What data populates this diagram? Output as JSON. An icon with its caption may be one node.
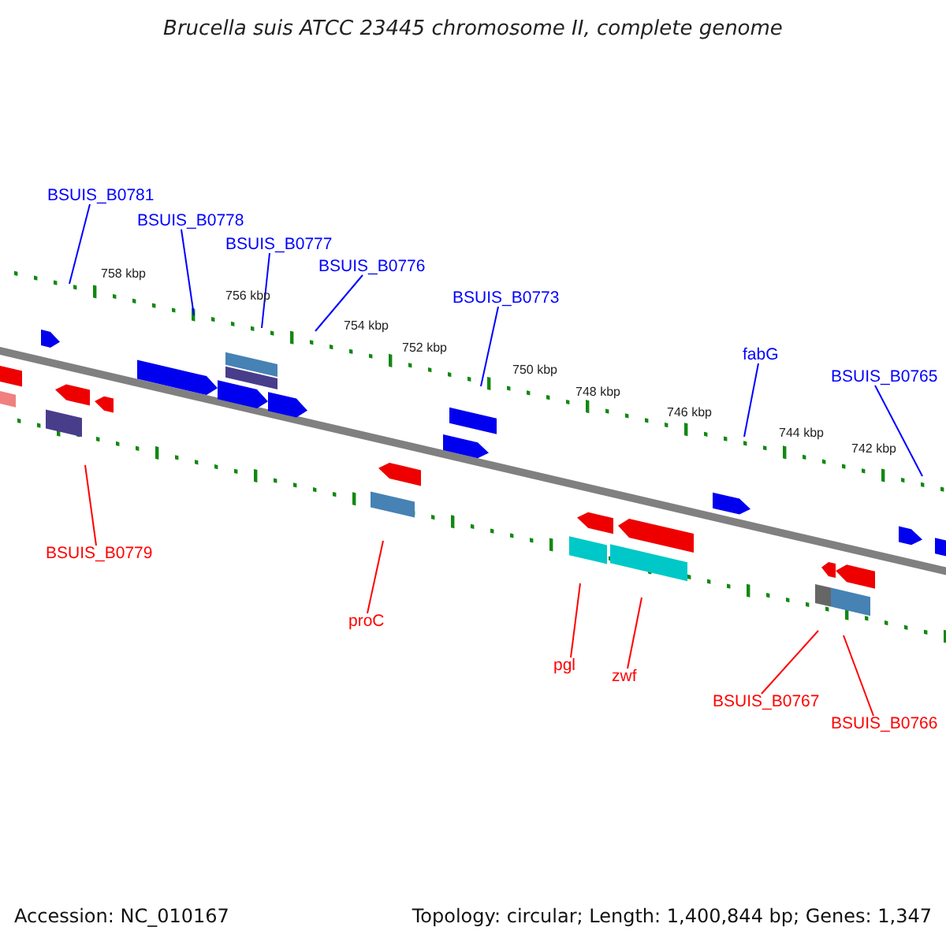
{
  "diagram": {
    "title": "Brucella suis ATCC 23445 chromosome II, complete genome",
    "nodes": [
      {
        "text": [
          "BSUIS_B0781"
        ]
      },
      {
        "text": [
          "BSUIS_B0778"
        ]
      },
      {
        "text": [
          "BSUIS_B0777"
        ]
      },
      {
        "text": [
          "BSUIS_B0776"
        ]
      },
      {
        "text": [
          "BSUIS_B0773"
        ]
      },
      {
        "text": [
          "fabG"
        ]
      },
      {
        "text": [
          "BSUIS_B0765"
        ]
      },
      {
        "text": [
          "BSUIS_B0779"
        ]
      },
      {
        "text": [
          "proC"
        ]
      },
      {
        "text": [
          "pgl"
        ]
      },
      {
        "text": [
          "zwf"
        ]
      },
      {
        "text": [
          "BSUIS_B0767"
        ]
      },
      {
        "text": [
          "BSUIS_B0766"
        ]
      }
    ],
    "edges": [
      {
        "from": 0,
        "to": null,
        "arrow": "none"
      },
      {
        "from": 1,
        "to": null,
        "arrow": "none"
      },
      {
        "from": 2,
        "to": null,
        "arrow": "none"
      },
      {
        "from": 3,
        "to": null,
        "arrow": "none"
      },
      {
        "from": 4,
        "to": null,
        "arrow": "none"
      },
      {
        "from": 5,
        "to": null,
        "arrow": "none"
      },
      {
        "from": 6,
        "to": null,
        "arrow": "none"
      },
      {
        "from": 7,
        "to": null,
        "arrow": "none",
        "color": "#ff0000"
      },
      {
        "from": 8,
        "to": null,
        "arrow": "none",
        "color": "#ff0000"
      },
      {
        "from": 9,
        "to": null,
        "arrow": "none",
        "color": "#ff0000"
      },
      {
        "from": 10,
        "to": null,
        "arrow": "none",
        "color": "#ff0000"
      },
      {
        "from": 11,
        "to": null,
        "arrow": "none",
        "color": "#ff0000"
      },
      {
        "from": 12,
        "to": null,
        "arrow": "none",
        "color": "#ff0000"
      }
    ],
    "labels": [
      "758 kbp",
      "756 kbp",
      "754 kbp",
      "752 kbp",
      "750 kbp",
      "748 kbp",
      "746 kbp",
      "744 kbp",
      "742 kbp",
      "Accession: NC_010167",
      "Topology: circular; Length: 1,400,844 bp; Genes: 1,347"
    ]
  }
}
